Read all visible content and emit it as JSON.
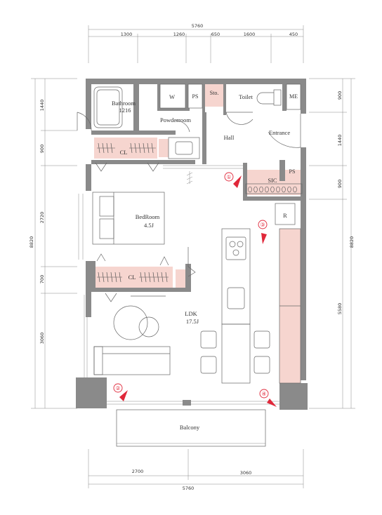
{
  "dimensions": {
    "top_total": "5760",
    "top_segments": [
      "1300",
      "1260",
      "650",
      "1600",
      "450"
    ],
    "bottom_total": "5760",
    "bottom_segments": [
      "2700",
      "3060"
    ],
    "left_total": "8820",
    "left_segments": [
      "1440",
      "900",
      "2720",
      "700",
      "3060"
    ],
    "right_total": "8820",
    "right_segments": [
      "900",
      "1440",
      "900",
      "5580"
    ]
  },
  "rooms": {
    "bathroom": "Bathroom",
    "bathroom_size": "1216",
    "w": "W",
    "ps_top": "PS",
    "sto": "Sto.",
    "toilet": "Toilet",
    "me": "ME",
    "powderroom": "Powderroom",
    "hall": "Hall",
    "entrance": "Entrance",
    "cl_top": "CL",
    "ps_right": "PS",
    "sic": "SIC",
    "r": "R",
    "bedroom": "BedRoom",
    "bedroom_size": "4.5J",
    "cl_mid": "CL",
    "ldk": "LDK",
    "ldk_size": "17.5J",
    "balcony": "Balcony"
  },
  "markers": [
    "①",
    "②",
    "③",
    "④"
  ],
  "colors": {
    "accent": "#e0283a",
    "storage": "#f6d5cf",
    "wall": "#8a8a8a"
  }
}
